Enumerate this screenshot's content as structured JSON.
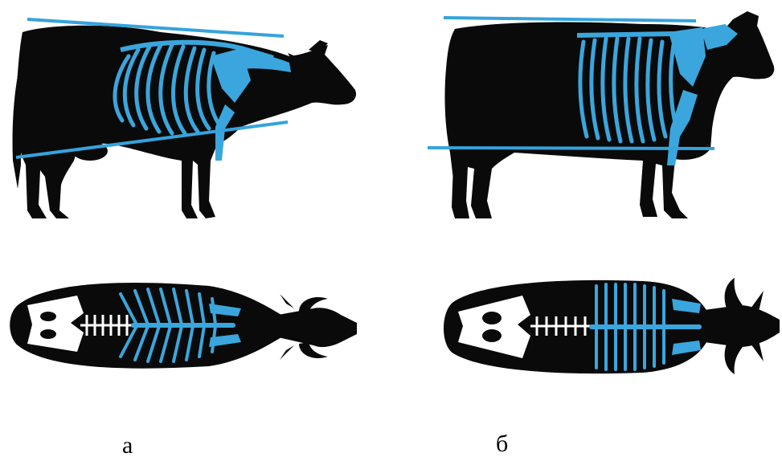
{
  "figure": {
    "panels": [
      {
        "id": "a",
        "caption": "а",
        "views": [
          "side-view",
          "top-view"
        ]
      },
      {
        "id": "b",
        "caption": "б",
        "views": [
          "side-view",
          "top-view"
        ]
      }
    ]
  },
  "colors": {
    "silhouette": "#0a0a0a",
    "skeleton_blue": "#3aa6dd",
    "pelvis_white": "#ffffff",
    "guide_line": "#35a3dc",
    "background": "#ffffff"
  }
}
